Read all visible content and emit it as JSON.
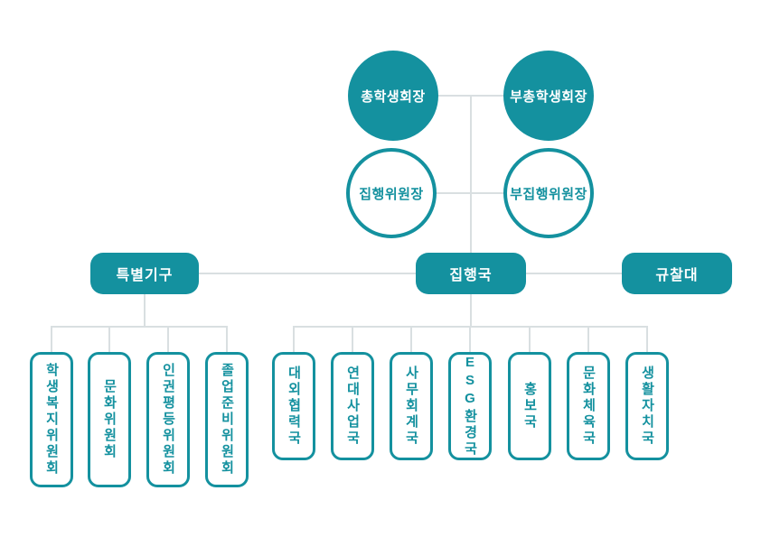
{
  "colors": {
    "accent_teal": "#14919f",
    "connector_gray": "#d9dfe1",
    "filled_node_text": "#ffffff"
  },
  "org_chart": {
    "leadership": [
      {
        "label": "총학생회장"
      },
      {
        "label": "부총학생회장"
      }
    ],
    "executive_chairs": [
      {
        "label": "집행위원장"
      },
      {
        "label": "부집행위원장"
      }
    ],
    "branches": [
      {
        "label": "특별기구"
      },
      {
        "label": "집행국"
      },
      {
        "label": "규찰대"
      }
    ],
    "special_committees": [
      "학생복지위원회",
      "문화위원회",
      "인권평등위원회",
      "졸업준비위원회"
    ],
    "executive_departments": [
      "대외협력국",
      "연대사업국",
      "사무회계국",
      "ESG환경국",
      "홍보국",
      "문화체육국",
      "생활자치국"
    ]
  }
}
